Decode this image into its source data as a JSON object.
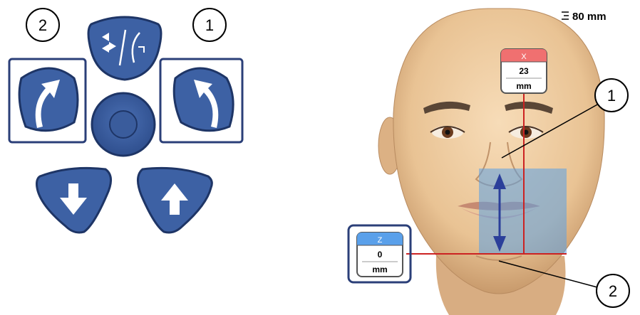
{
  "keypad": {
    "callout_left": "2",
    "callout_right": "1",
    "buttons": {
      "mode_toggle": "mode-toggle-icon",
      "rotate_left": "rotate-ccw-icon",
      "rotate_right": "rotate-cw-icon",
      "center": "center-knob",
      "down": "arrow-down-icon",
      "up": "arrow-up-icon"
    },
    "colors": {
      "button_fill": "#3d61a4",
      "button_border": "#1e3566",
      "frame": "#2b3f78"
    }
  },
  "patient_view": {
    "scale_label": "80 mm",
    "x_indicator": {
      "axis": "X",
      "value": "23",
      "unit": "mm"
    },
    "z_indicator": {
      "axis": "Z",
      "value": "0",
      "unit": "mm"
    },
    "callout_top": "1",
    "callout_bottom": "2",
    "colors": {
      "x_header": "#f07070",
      "z_header": "#5aa0ea",
      "line": "#cc2222",
      "overlay": "#5aa0e6",
      "arrow": "#2b3f9a"
    }
  }
}
